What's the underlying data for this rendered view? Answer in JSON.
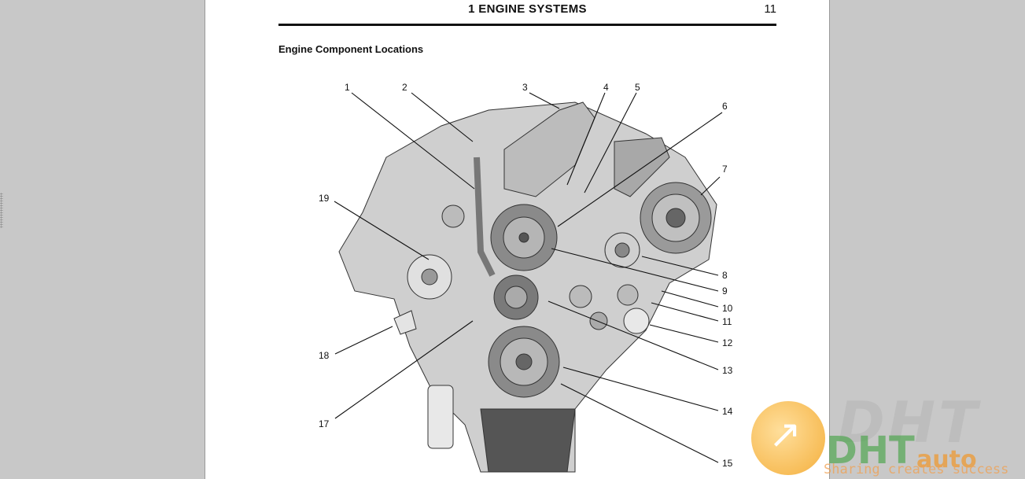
{
  "header": {
    "title": "1  ENGINE SYSTEMS",
    "page_number": "11"
  },
  "section": {
    "title": "Engine Component Locations"
  },
  "figure": {
    "image": "engine-front-view-illustration",
    "callouts": [
      {
        "label": "1"
      },
      {
        "label": "2"
      },
      {
        "label": "3"
      },
      {
        "label": "4"
      },
      {
        "label": "5"
      },
      {
        "label": "6"
      },
      {
        "label": "7"
      },
      {
        "label": "8"
      },
      {
        "label": "9"
      },
      {
        "label": "10"
      },
      {
        "label": "11"
      },
      {
        "label": "12"
      },
      {
        "label": "13"
      },
      {
        "label": "14"
      },
      {
        "label": "15"
      },
      {
        "label": "17"
      },
      {
        "label": "18"
      },
      {
        "label": "19"
      }
    ]
  },
  "watermark": {
    "logo": "DHT",
    "brand_mark": "DHT",
    "brand_suffix": "auto",
    "tagline": "Sharing creates success"
  },
  "colors": {
    "viewer_background": "#c8c8c8",
    "page": "#ffffff",
    "text": "#111111",
    "watermark_orange": "#f6b23c",
    "watermark_green": "#3ca03c"
  }
}
